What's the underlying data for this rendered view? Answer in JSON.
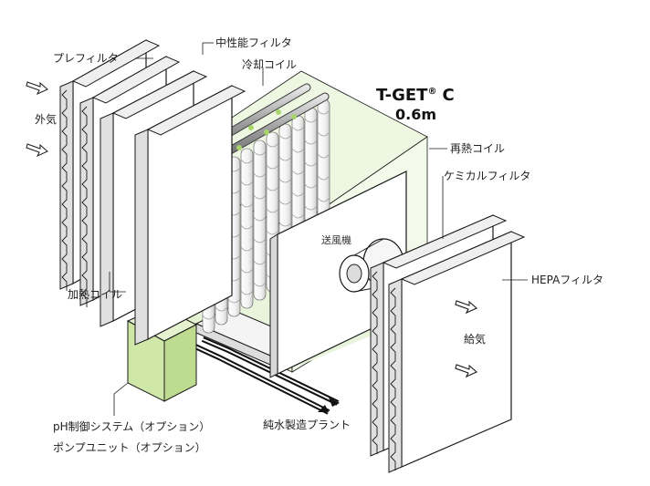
{
  "diagram": {
    "product_name": "T-GET",
    "product_mark": "®",
    "product_suffix": "C",
    "product_size": "0.6m",
    "labels": {
      "prefilter": "プレフィルタ",
      "medium_filter": "中性能フィルタ",
      "cooling_coil": "冷却コイル",
      "reheat_coil": "再熱コイル",
      "chemical_filter": "ケミカルフィルタ",
      "hepa_filter": "HEPAフィルタ",
      "outside_air": "外気",
      "heating_coil": "加熱コイル",
      "fan": "送風機",
      "supply_air": "給気",
      "ph_system": "pH制御システム（オプション）",
      "pump_unit": "ポンプユニット（オプション）",
      "pure_water": "純水製造プラント"
    },
    "colors": {
      "line": "#1a1a1a",
      "panel_fill": "#ffffff",
      "panel_shade": "#dcdcdc",
      "green_tint": "#dff0c9",
      "green_box": "#cfe8a8",
      "pipe": "#9a9a9a"
    }
  }
}
